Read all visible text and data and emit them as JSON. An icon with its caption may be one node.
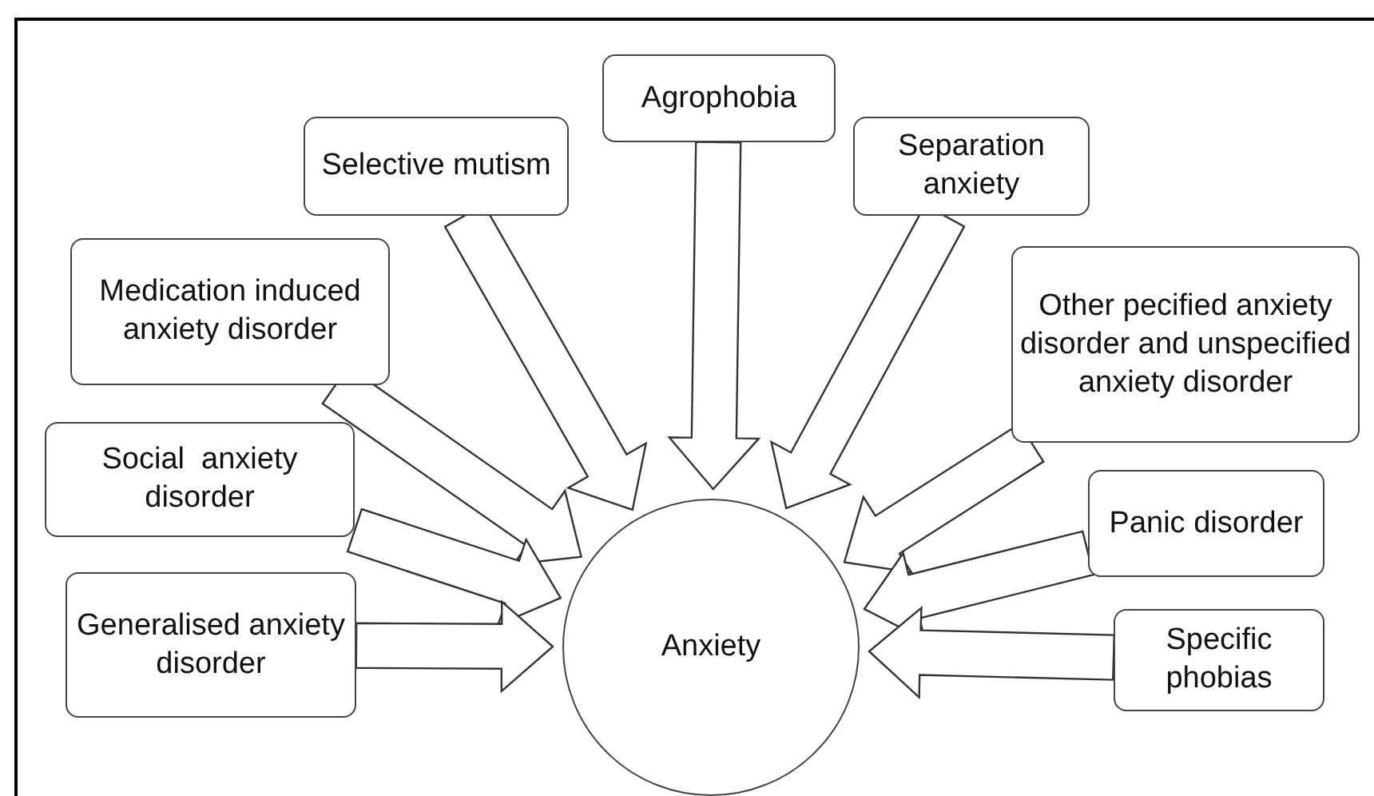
{
  "diagram": {
    "nodes": [
      {
        "text": [
          "Agrophobia"
        ]
      },
      {
        "text": [
          "Selective mutism"
        ]
      },
      {
        "text": [
          "Separation anxiety"
        ]
      },
      {
        "text": [
          "Medication induced anxiety disorder"
        ]
      },
      {
        "text": [
          "Other pecified anxiety disorder and unspecified anxiety disorder"
        ]
      },
      {
        "text": [
          "Social  anxiety disorder"
        ]
      },
      {
        "text": [
          "Panic disorder"
        ]
      },
      {
        "text": [
          "Generalised anxiety disorder"
        ]
      },
      {
        "text": [
          "Specific phobias"
        ]
      },
      {
        "text": [
          "Anxiety"
        ]
      }
    ],
    "edges": [
      {
        "from": 0,
        "to": 9,
        "arrow": "to"
      },
      {
        "from": 1,
        "to": 9,
        "arrow": "to"
      },
      {
        "from": 2,
        "to": 9,
        "arrow": "to"
      },
      {
        "from": 3,
        "to": 9,
        "arrow": "to"
      },
      {
        "from": 4,
        "to": 9,
        "arrow": "to"
      },
      {
        "from": 5,
        "to": 9,
        "arrow": "to"
      },
      {
        "from": 6,
        "to": 9,
        "arrow": "to"
      },
      {
        "from": 7,
        "to": 9,
        "arrow": "to"
      },
      {
        "from": 8,
        "to": 9,
        "arrow": "to"
      }
    ]
  }
}
